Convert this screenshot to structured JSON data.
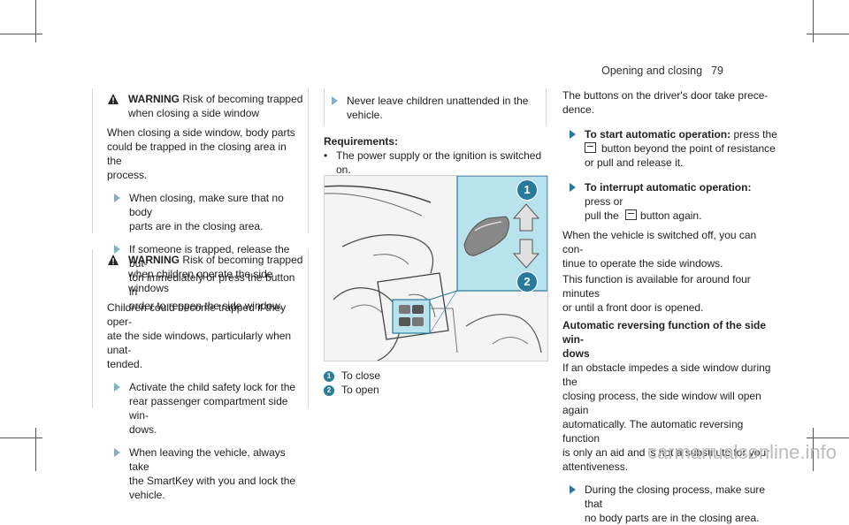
{
  "header": {
    "section": "Opening and closing",
    "page_number": "79"
  },
  "col1": {
    "warning1": {
      "label": "WARNING",
      "title_line1": "Risk of becoming trapped",
      "title_line2": "when closing a side window",
      "body_lines": [
        "When closing a side window, body parts",
        "could be trapped in the closing area in the",
        "process."
      ],
      "steps": [
        [
          "When closing, make sure that no body",
          "parts are in the closing area."
        ],
        [
          "If someone is trapped, release the but-",
          "ton immediately or press the button in",
          "order to reopen the side window."
        ]
      ]
    },
    "warning2": {
      "label": "WARNING",
      "title_line1": "Risk of becoming trapped",
      "title_line2": "when children operate the side windows",
      "body_lines": [
        "Children could become trapped if they oper-",
        "ate the side windows, particularly when unat-",
        "tended."
      ],
      "steps": [
        [
          "Activate the child safety lock for the",
          "rear passenger compartment side win-",
          "dows."
        ],
        [
          "When leaving the vehicle, always take",
          "the SmartKey with you and lock the",
          "vehicle."
        ]
      ]
    }
  },
  "col2": {
    "step_line1": "Never leave children unattended in the",
    "step_line2": "vehicle.",
    "requirements_label": "Requirements:",
    "req_line1": "The power supply or the ignition is switched",
    "req_line2": "on.",
    "figure": {
      "marker1": "1",
      "marker2": "2"
    },
    "legend": [
      {
        "num": "1",
        "text": "To close"
      },
      {
        "num": "2",
        "text": "To open"
      }
    ]
  },
  "col3": {
    "intro_line1": "The buttons on the driver's door take prece-",
    "intro_line2": "dence.",
    "step1": {
      "bold": "To start automatic operation:",
      "rest": " press the",
      "line2": "button beyond the point of resistance",
      "line3": "or pull and release it."
    },
    "step2": {
      "bold": "To interrupt automatic operation:",
      "rest": " press or",
      "line2_pre": "pull the",
      "line2_post": "button again."
    },
    "para1": [
      "When the vehicle is switched off, you can con-",
      "tinue to operate the side windows."
    ],
    "para2": [
      "This function is available for around four minutes",
      "or until a front door is opened."
    ],
    "heading_line1": "Automatic reversing function of the side win-",
    "heading_line2": "dows",
    "para3": [
      "If an obstacle impedes a side window during the",
      "closing process, the side window will open again",
      "automatically. The automatic reversing function",
      "is only an aid and is not a substitute for your",
      "attentiveness."
    ],
    "step3": [
      "During the closing process, make sure that",
      "no body parts are in the closing area."
    ]
  },
  "watermark": "carmanualsonline.info",
  "colors": {
    "accent": "#2a7a9c",
    "highlight": "#b9e3ec"
  }
}
